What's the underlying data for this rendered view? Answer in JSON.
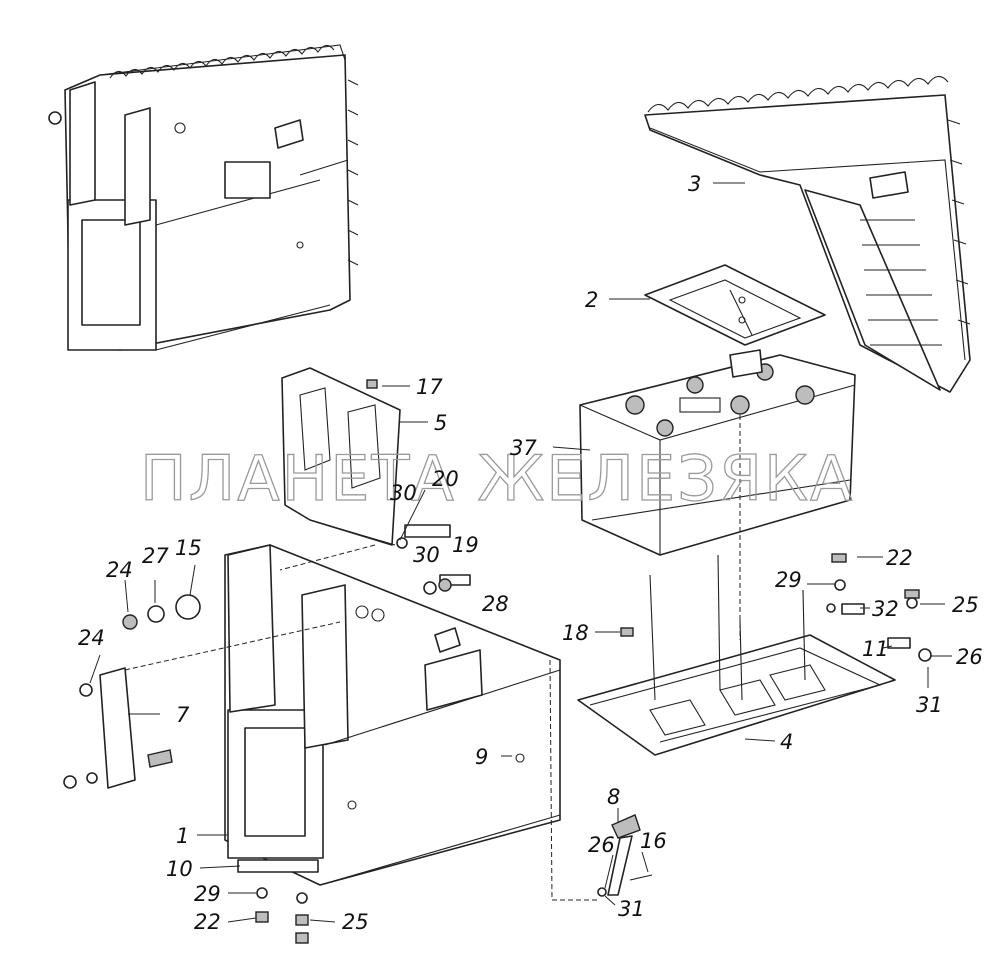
{
  "watermark": "ПЛАНЕТА ЖЕЛЕЗЯКА",
  "callouts": [
    {
      "id": "c1",
      "text": "1"
    },
    {
      "id": "c2",
      "text": "2"
    },
    {
      "id": "c3",
      "text": "3"
    },
    {
      "id": "c4",
      "text": "4"
    },
    {
      "id": "c5",
      "text": "5"
    },
    {
      "id": "c7",
      "text": "7"
    },
    {
      "id": "c8",
      "text": "8"
    },
    {
      "id": "c9",
      "text": "9"
    },
    {
      "id": "c10",
      "text": "10"
    },
    {
      "id": "c11",
      "text": "11"
    },
    {
      "id": "c15",
      "text": "15"
    },
    {
      "id": "c16",
      "text": "16"
    },
    {
      "id": "c17",
      "text": "17"
    },
    {
      "id": "c18",
      "text": "18"
    },
    {
      "id": "c19",
      "text": "19"
    },
    {
      "id": "c20",
      "text": "20"
    },
    {
      "id": "c22a",
      "text": "22"
    },
    {
      "id": "c22b",
      "text": "22"
    },
    {
      "id": "c24a",
      "text": "24"
    },
    {
      "id": "c24b",
      "text": "24"
    },
    {
      "id": "c25a",
      "text": "25"
    },
    {
      "id": "c25b",
      "text": "25"
    },
    {
      "id": "c26a",
      "text": "26"
    },
    {
      "id": "c26b",
      "text": "26"
    },
    {
      "id": "c27",
      "text": "27"
    },
    {
      "id": "c28",
      "text": "28"
    },
    {
      "id": "c29a",
      "text": "29"
    },
    {
      "id": "c29b",
      "text": "29"
    },
    {
      "id": "c30a",
      "text": "30"
    },
    {
      "id": "c30b",
      "text": "30"
    },
    {
      "id": "c31a",
      "text": "31"
    },
    {
      "id": "c31b",
      "text": "31"
    },
    {
      "id": "c32",
      "text": "32"
    },
    {
      "id": "c37",
      "text": "37"
    }
  ]
}
